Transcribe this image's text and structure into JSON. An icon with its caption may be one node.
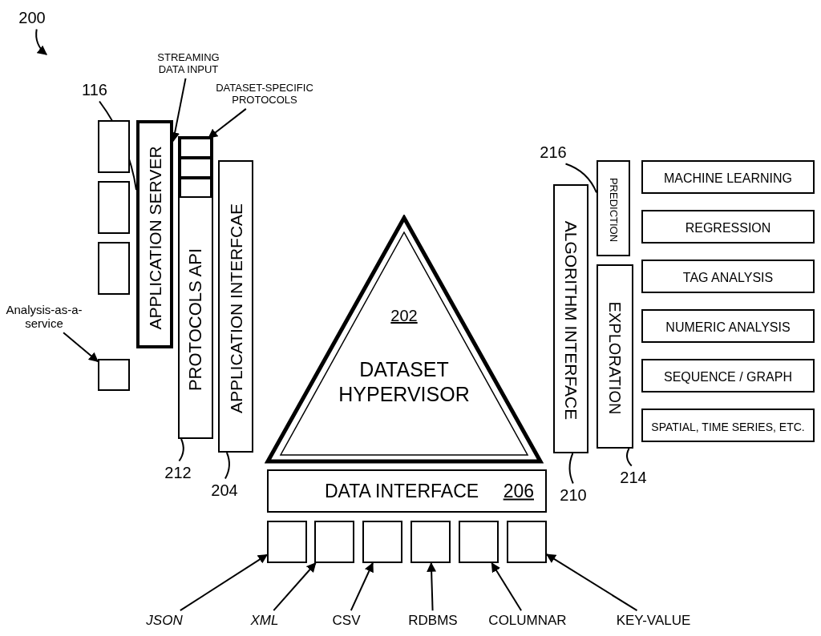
{
  "diagram": {
    "nodes": [
      {
        "text": [
          "202",
          "DATASET HYPERVISOR"
        ]
      },
      {
        "text": [
          "DATA INTERFACE",
          "206"
        ]
      },
      {
        "text": [],
        "shape": "box"
      },
      {
        "text": [],
        "shape": "box"
      },
      {
        "text": [],
        "shape": "box"
      },
      {
        "text": [],
        "shape": "box"
      },
      {
        "text": [],
        "shape": "box"
      },
      {
        "text": [],
        "shape": "box"
      },
      {
        "text": [
          "JSON"
        ]
      },
      {
        "text": [
          "XML"
        ]
      },
      {
        "text": [
          "CSV"
        ]
      },
      {
        "text": [
          "RDBMS"
        ]
      },
      {
        "text": [
          "COLUMNAR"
        ]
      },
      {
        "text": [
          "KEY-VALUE"
        ]
      },
      {
        "text": [
          "APPLICATION INTERFCAE"
        ]
      },
      {
        "text": [
          "PROTOCOLS API"
        ]
      },
      {
        "text": [],
        "shape": "box",
        "in": 15
      },
      {
        "text": [],
        "shape": "box",
        "in": 15
      },
      {
        "text": [],
        "shape": "box",
        "in": 15
      },
      {
        "text": [
          "APPLICATION SERVER"
        ]
      },
      {
        "text": [],
        "shape": "box"
      },
      {
        "text": [],
        "shape": "box"
      },
      {
        "text": [],
        "shape": "box"
      },
      {
        "text": [],
        "shape": "box"
      },
      {
        "text": [
          "ALGORITHM INTERFACE"
        ]
      },
      {
        "text": [
          "PREDICTION"
        ]
      },
      {
        "text": [
          "EXPLORATION"
        ]
      },
      {
        "text": [
          "MACHINE LEARNING"
        ]
      },
      {
        "text": [
          "REGRESSION"
        ]
      },
      {
        "text": [
          "TAG ANALYSIS"
        ]
      },
      {
        "text": [
          "NUMERIC ANALYSIS"
        ]
      },
      {
        "text": [
          "SEQUENCE / GRAPH"
        ]
      },
      {
        "text": [
          "SPATIAL, TIME SERIES, ETC."
        ]
      },
      {
        "text": [
          "200"
        ]
      },
      {
        "text": [
          "116"
        ]
      },
      {
        "text": [
          "STREAMING DATA INPUT"
        ]
      },
      {
        "text": [
          "DATASET-SPECIFIC PROTOCOLS"
        ]
      },
      {
        "text": [
          "216"
        ]
      },
      {
        "text": [
          "Analysis-as-a-service"
        ]
      },
      {
        "text": [
          "212"
        ]
      },
      {
        "text": [
          "204"
        ]
      },
      {
        "text": [
          "210"
        ]
      },
      {
        "text": [
          "214"
        ]
      }
    ],
    "edges": [
      {
        "from": 8,
        "to": 2,
        "arrow": "to"
      },
      {
        "from": 9,
        "to": 3,
        "arrow": "to"
      },
      {
        "from": 10,
        "to": 4,
        "arrow": "to"
      },
      {
        "from": 11,
        "to": 5,
        "arrow": "to"
      },
      {
        "from": 12,
        "to": 6,
        "arrow": "to"
      },
      {
        "from": 13,
        "to": 7,
        "arrow": "to"
      },
      {
        "from": 33,
        "to": null,
        "arrow": "to"
      },
      {
        "from": 34,
        "to": 19,
        "arrow": "none"
      },
      {
        "from": 35,
        "to": 19,
        "arrow": "to"
      },
      {
        "from": 36,
        "to": 16,
        "arrow": "to"
      },
      {
        "from": 37,
        "to": 25,
        "arrow": "none"
      },
      {
        "from": 38,
        "to": 23,
        "arrow": "to"
      },
      {
        "from": 39,
        "to": 15,
        "arrow": "none"
      },
      {
        "from": 40,
        "to": 14,
        "arrow": "none"
      },
      {
        "from": 41,
        "to": 24,
        "arrow": "none"
      },
      {
        "from": 42,
        "to": 26,
        "arrow": "none"
      }
    ]
  }
}
